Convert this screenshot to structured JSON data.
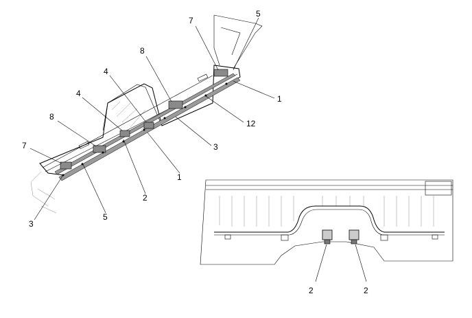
{
  "callouts": {
    "top_view": [
      "7",
      "5",
      "8",
      "1",
      "4",
      "12",
      "4",
      "8",
      "3",
      "7",
      "1",
      "2",
      "5",
      "3"
    ],
    "rear_view": [
      "2",
      "2"
    ]
  }
}
